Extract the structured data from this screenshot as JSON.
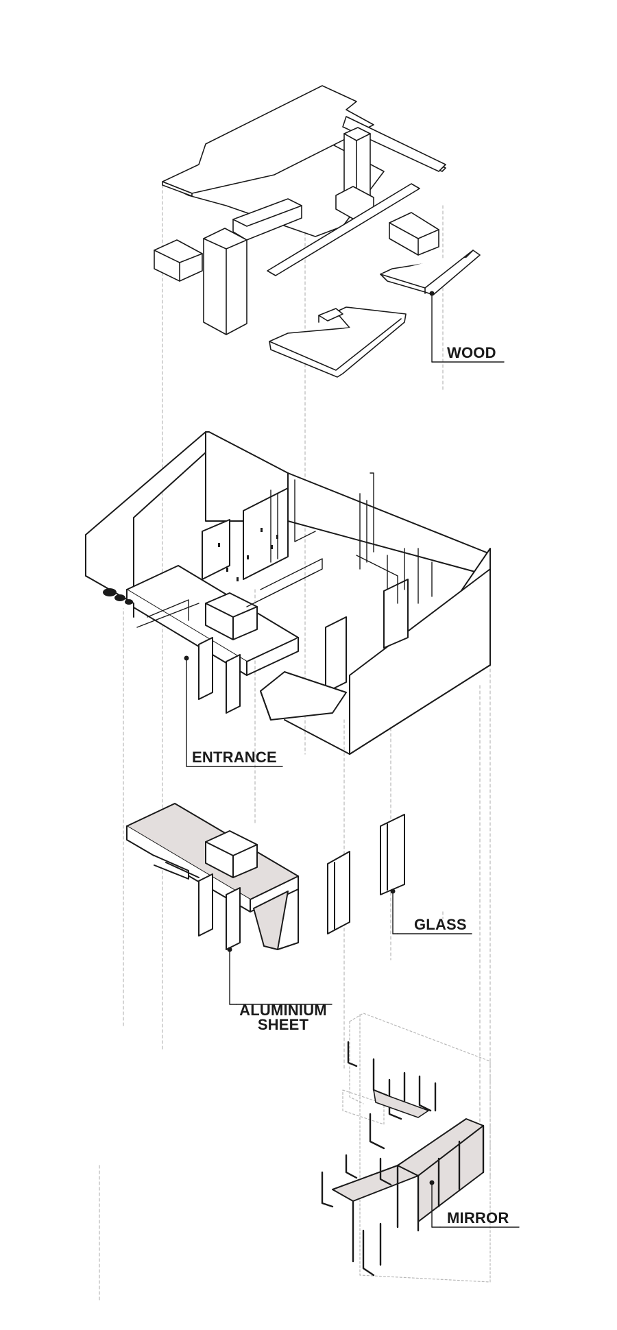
{
  "labels": {
    "wood": "WOOD",
    "entrance": "ENTRANCE",
    "glass": "GLASS",
    "aluminium_line1": "ALUMINIUM",
    "aluminium_line2": "SHEET",
    "mirror": "MIRROR"
  },
  "colors": {
    "line": "#1a1a1a",
    "guide": "#b8b8b8",
    "fill_material": "#e3dedd",
    "background": "#ffffff"
  }
}
